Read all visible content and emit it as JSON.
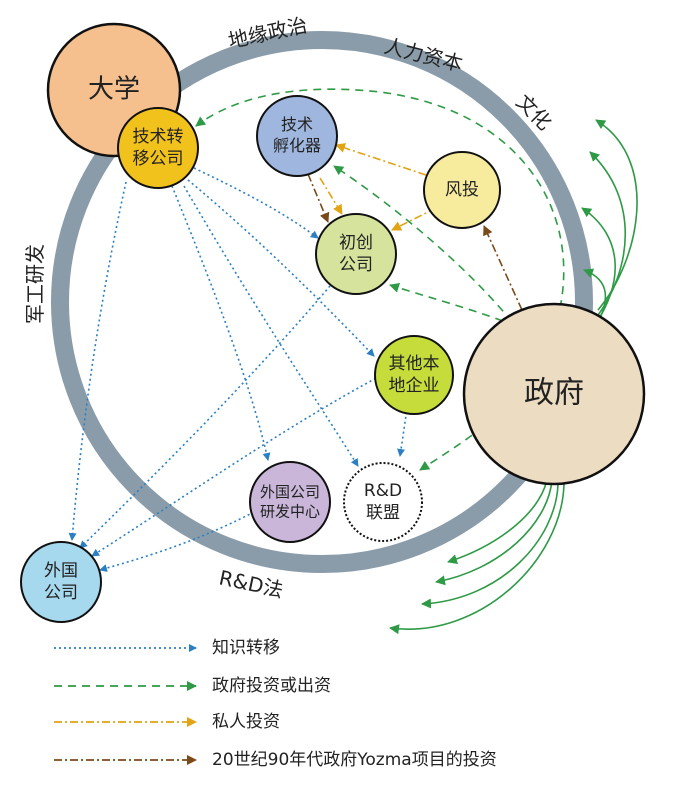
{
  "nodes": {
    "university": {
      "lines": [
        "大学"
      ],
      "color": "#f5c08e"
    },
    "tto": {
      "lines": [
        "技术转",
        "移公司"
      ],
      "color": "#f2c21c"
    },
    "incubator": {
      "lines": [
        "技术",
        "孵化器"
      ],
      "color": "#9fb6de"
    },
    "vc": {
      "lines": [
        "风投"
      ],
      "color": "#f7ec9e"
    },
    "startup": {
      "lines": [
        "初创",
        "公司"
      ],
      "color": "#d5e39d"
    },
    "local": {
      "lines": [
        "其他本",
        "地企业"
      ],
      "color": "#c5dc3a"
    },
    "government": {
      "lines": [
        "政府"
      ],
      "color": "#ecdcc2"
    },
    "foreign_rd": {
      "lines": [
        "外国公司",
        "研发中心"
      ],
      "color": "#c9b6d9"
    },
    "rd_alliance": {
      "lines": [
        "R&D",
        "联盟"
      ],
      "color": "#ffffff"
    },
    "foreign": {
      "lines": [
        "外国",
        "公司"
      ],
      "color": "#a6d8ee"
    }
  },
  "ring_labels": {
    "geopolitics": "地缘政治",
    "human_capital": "人力资本",
    "culture": "文化",
    "military_rd": "军工研发",
    "rd_law": "R&D法"
  },
  "legend": [
    {
      "label": "知识转移",
      "color": "#2b7fc2",
      "style": "dotted"
    },
    {
      "label": "政府投资或出资",
      "color": "#2e9a46",
      "style": "dashed"
    },
    {
      "label": "私人投资",
      "color": "#e0a414",
      "style": "dashdot"
    },
    {
      "label": "20世纪90年代政府Yozma项目的投资",
      "color": "#7a4a1a",
      "style": "dashdot"
    }
  ],
  "colors": {
    "ring": "#8a9ca9",
    "knowledge": "#2b7fc2",
    "gov": "#2e9a46",
    "private": "#e0a414",
    "yozma": "#7a4a1a"
  }
}
